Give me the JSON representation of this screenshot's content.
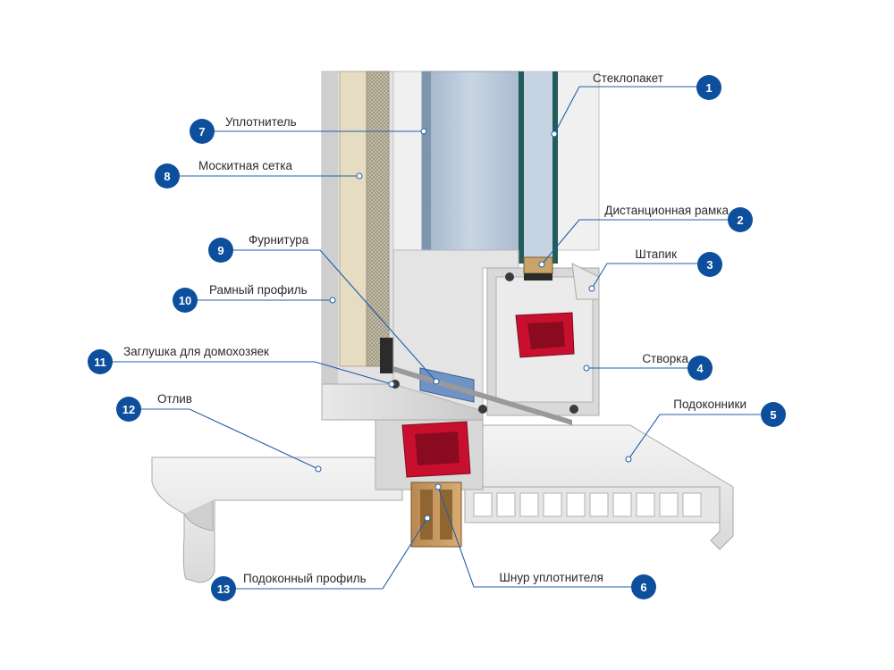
{
  "colors": {
    "badge": "#0d4f9c",
    "leader": "#1f5fa8",
    "reinforcement": "#c8102e",
    "profile": "#dedede",
    "glass": "#b9c6d8"
  },
  "callouts": [
    {
      "num": "1",
      "label": "Стеклопакет"
    },
    {
      "num": "2",
      "label": "Дистанционная рамка"
    },
    {
      "num": "3",
      "label": "Штапик"
    },
    {
      "num": "4",
      "label": "Створка"
    },
    {
      "num": "5",
      "label": "Подоконники"
    },
    {
      "num": "6",
      "label": "Шнур уплотнителя"
    },
    {
      "num": "7",
      "label": "Уплотнитель"
    },
    {
      "num": "8",
      "label": "Москитная сетка"
    },
    {
      "num": "9",
      "label": "Фурнитура"
    },
    {
      "num": "10",
      "label": "Рамный профиль"
    },
    {
      "num": "11",
      "label": "Заглушка для домохозяек"
    },
    {
      "num": "12",
      "label": "Отлив"
    },
    {
      "num": "13",
      "label": "Подоконный профиль"
    }
  ]
}
